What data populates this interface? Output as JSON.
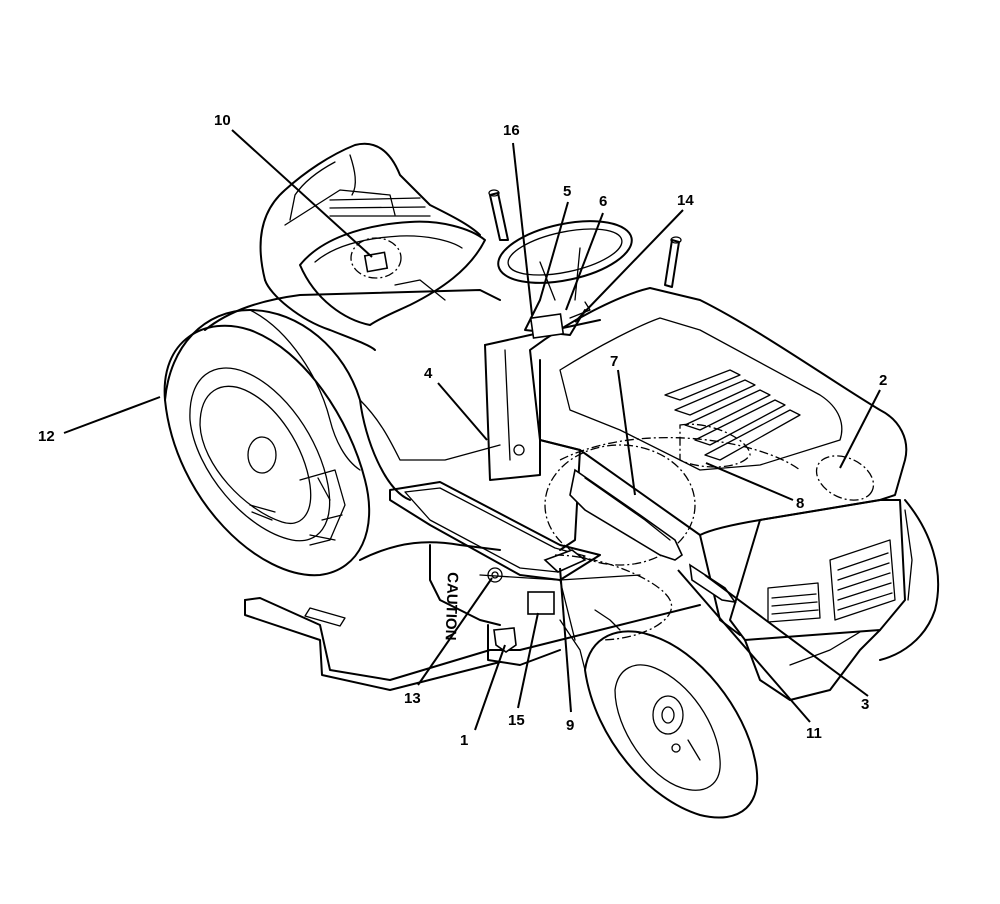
{
  "deck_decal_text": "CAUTION",
  "callouts": [
    "1",
    "2",
    "3",
    "4",
    "5",
    "6",
    "7",
    "8",
    "9",
    "10",
    "11",
    "12",
    "13",
    "14",
    "15",
    "16"
  ]
}
